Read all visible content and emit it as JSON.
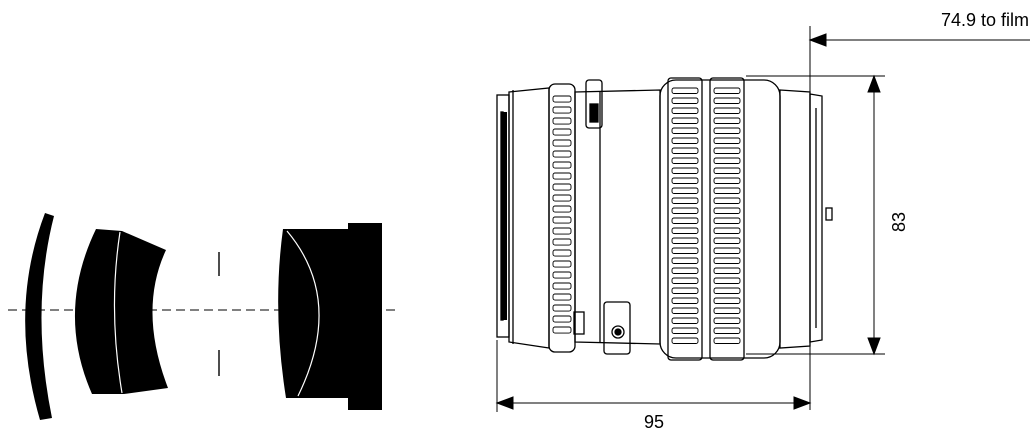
{
  "diagram": {
    "dimensions": {
      "flange_to_film": "74.9 to film",
      "height": "83",
      "length": "95"
    },
    "colors": {
      "ink": "#000000",
      "paper": "#ffffff"
    }
  }
}
